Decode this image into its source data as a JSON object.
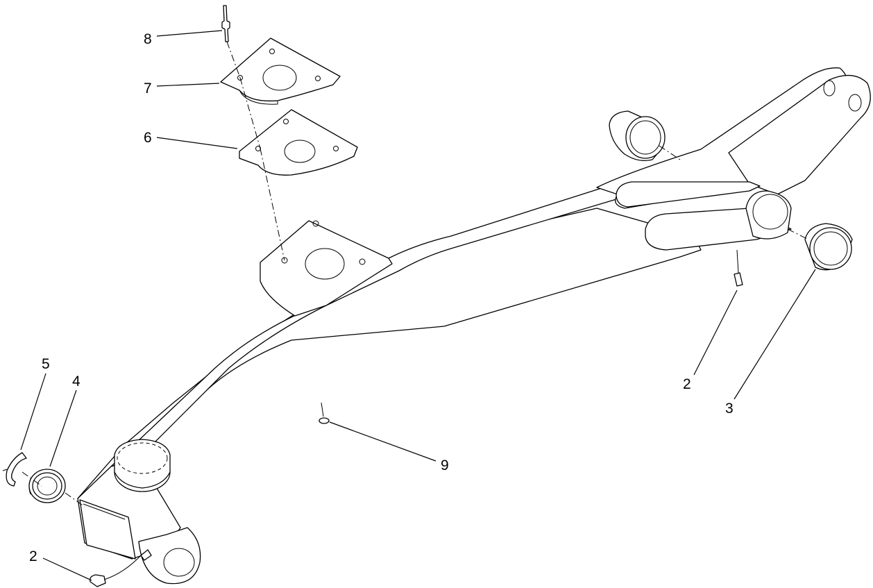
{
  "callouts": {
    "c8": "8",
    "c7": "7",
    "c6": "6",
    "c5": "5",
    "c4": "4",
    "c2_right": "2",
    "c3": "3",
    "c9": "9",
    "c2_left": "2"
  }
}
